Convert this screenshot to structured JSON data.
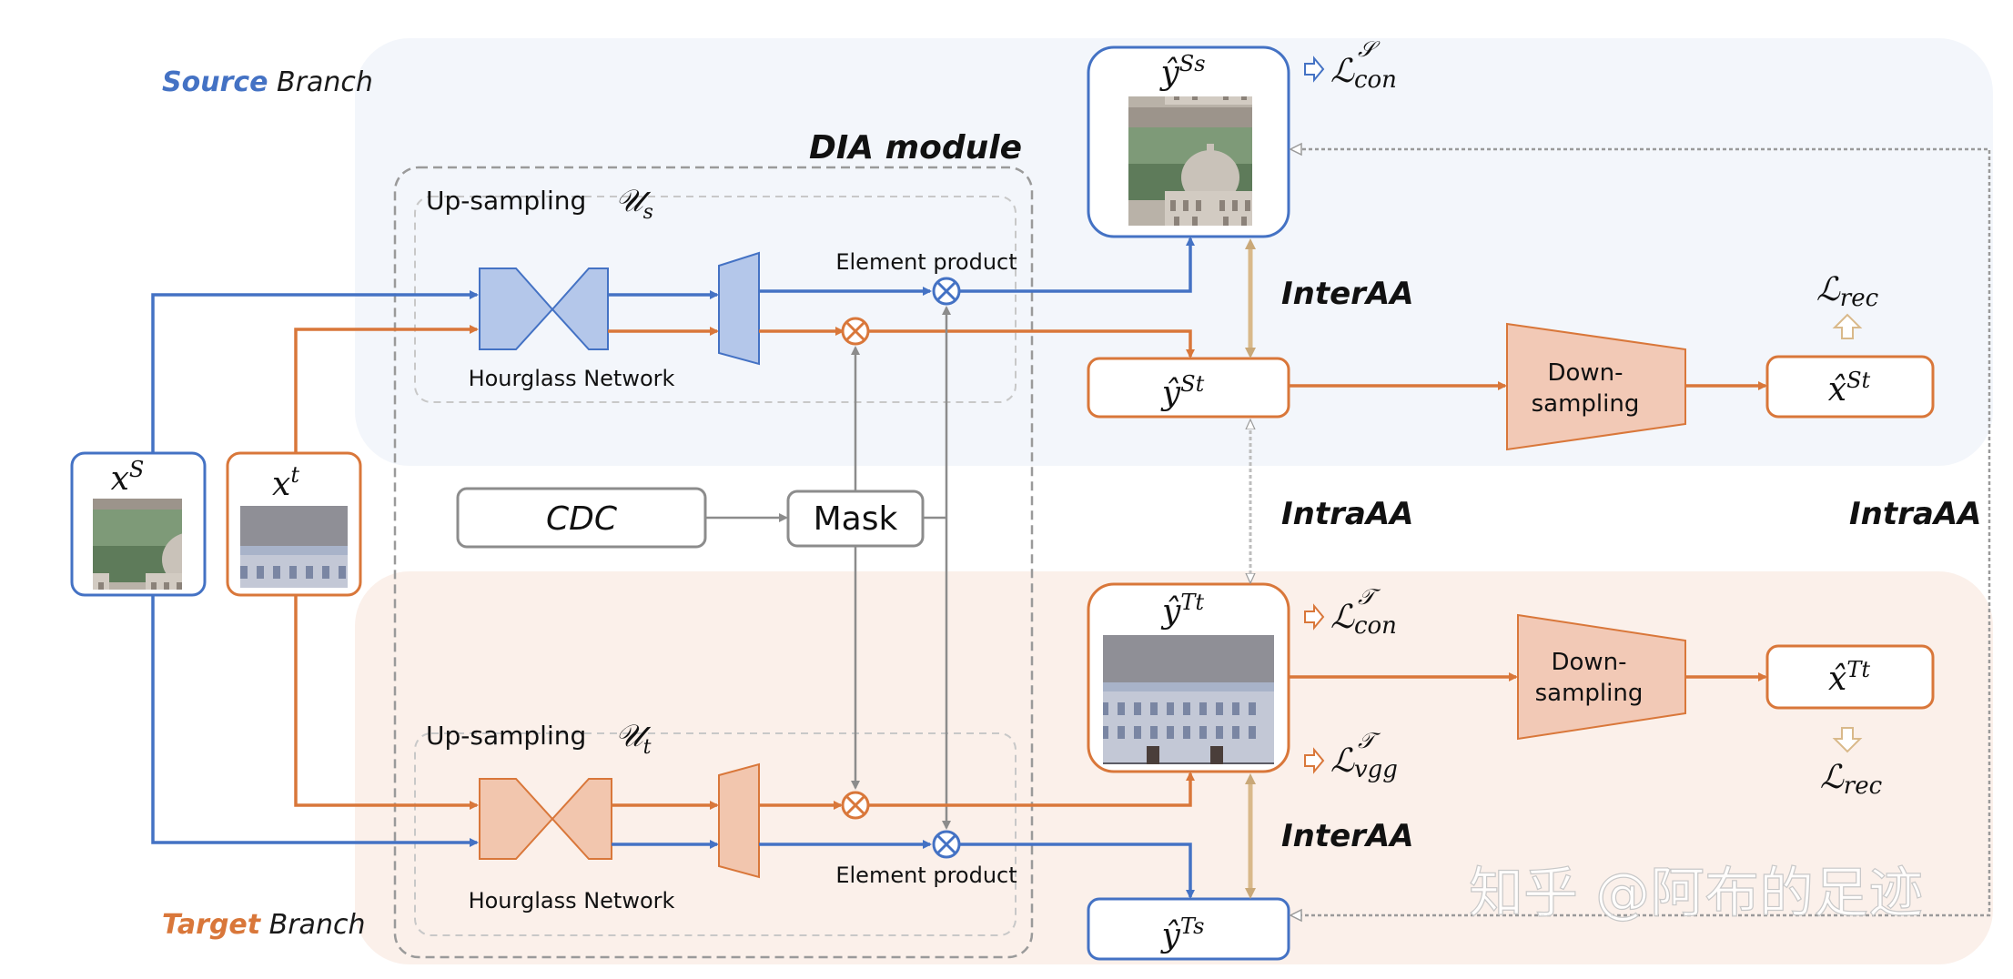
{
  "branches": {
    "source": {
      "keyword": "Source",
      "suffix": " Branch"
    },
    "target": {
      "keyword": "Target",
      "suffix": " Branch"
    }
  },
  "module": {
    "title": "DIA module",
    "upsampling_source": {
      "label": "Up-sampling",
      "symbol": "𝒰",
      "subscript": "s"
    },
    "upsampling_target": {
      "label": "Up-sampling",
      "symbol": "𝒰",
      "subscript": "t"
    },
    "hourglass_label": "Hourglass Network",
    "element_product_label": "Element product",
    "cdc_label": "CDC",
    "mask_label": "Mask"
  },
  "inputs": {
    "xs": {
      "base": "x",
      "sup": "S"
    },
    "xt": {
      "base": "x",
      "sup": "t"
    }
  },
  "outputs": {
    "y_Ss": {
      "base": "ŷ",
      "sup": "Ss"
    },
    "y_St": {
      "base": "ŷ",
      "sup": "St"
    },
    "y_Tt": {
      "base": "ŷ",
      "sup": "Tt"
    },
    "y_Ts": {
      "base": "ŷ",
      "sup": "Ts"
    },
    "x_St": {
      "base": "x̂",
      "sup": "St"
    },
    "x_Tt": {
      "base": "x̂",
      "sup": "Tt"
    }
  },
  "losses": {
    "con_source": {
      "base": "ℒ",
      "sub": "con",
      "sup": "𝒮"
    },
    "con_target": {
      "base": "ℒ",
      "sub": "con",
      "sup": "𝒯"
    },
    "vgg_target": {
      "base": "ℒ",
      "sub": "vgg",
      "sup": "𝒯"
    },
    "rec_source": {
      "base": "ℒ",
      "sub": "rec"
    },
    "rec_target": {
      "base": "ℒ",
      "sub": "rec"
    }
  },
  "alignment": {
    "inter_top": "InterAA",
    "intra_mid": "IntraAA",
    "intra_right": "IntraAA",
    "inter_bottom": "InterAA"
  },
  "downsampling": {
    "source": {
      "line1": "Down-",
      "line2": "sampling"
    },
    "target": {
      "line1": "Down-",
      "line2": "sampling"
    }
  },
  "watermark": "知乎 @阿布的足迹",
  "colors": {
    "source_blue": "#4472C4",
    "target_orange": "#D9773A",
    "source_bg": "#F3F6FB",
    "target_bg": "#FBF0EA",
    "hourglass_blue": "#B4C7EA",
    "hourglass_orange": "#F2C6AE",
    "downsample_fill": "#F2C9B6",
    "grey_line": "#8C8C8C",
    "inter_arrow": "#D9B98A"
  }
}
